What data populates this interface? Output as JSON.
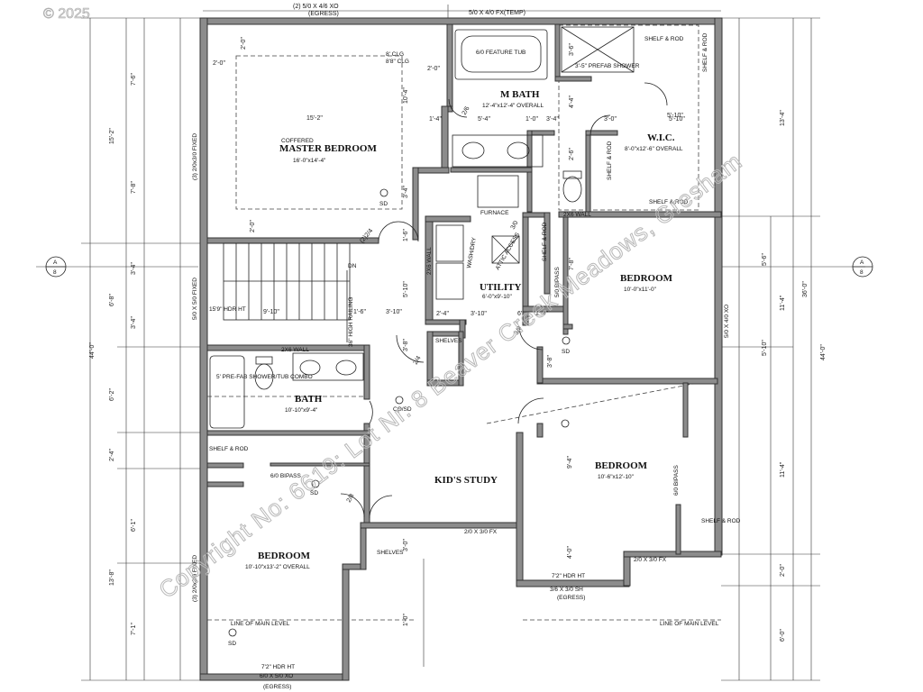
{
  "copyright": "© 2025",
  "watermark": "Copyright No: 6619: Lot Nr. 8 Beaver Creek Meadows, Gresham",
  "rooms": {
    "master_bedroom": {
      "label": "MASTER BEDROOM",
      "note": "COFFERED",
      "size": "16'-0\"x14'-4\""
    },
    "m_bath": {
      "label": "M BATH",
      "size": "12'-4\"x12'-4\" OVERALL"
    },
    "wic": {
      "label": "W.I.C.",
      "size": "8'-0\"x12'-6\" OVERALL"
    },
    "utility": {
      "label": "UTILITY",
      "size": "6'-0\"x9'-10\""
    },
    "bedroom_ne": {
      "label": "BEDROOM",
      "size": "10'-0\"x11'-0\""
    },
    "bath": {
      "label": "BATH",
      "size": "10'-10\"x9'-4\""
    },
    "kids_study": {
      "label": "KID'S STUDY"
    },
    "bedroom_se": {
      "label": "BEDROOM",
      "size": "10'-6\"x12'-10\""
    },
    "bedroom_sw": {
      "label": "BEDROOM",
      "size": "10'-10\"x13'-2\" OVERALL"
    }
  },
  "labels": {
    "egress_top": "(2) 5/0 X 4/6 XO",
    "egress_word": "(EGRESS)",
    "fx_temp": "5/0 X 4/0 FX(TEMP)",
    "feature_tub": "6/0 FEATURE TUB",
    "prefab_shower": "3'-5\" PREFAB SHOWER",
    "shelf_rod": "SHELF & ROD",
    "clg_1": "8' CLG",
    "clg_2": "8'8\" CLG",
    "furnace": "FURNACE",
    "wall_2x6": "2X6 WALL",
    "washdry": "WASH/DRY",
    "attic": "ATTIC ACCESS",
    "shelves": "SHELVES",
    "bipass": "6/0 BIPASS",
    "bipass_5": "5/0 BIPASS",
    "co_sd": "CO/SD",
    "sd": "SD",
    "dn": "DN",
    "hdr_ht": "7'2\" HDR HT",
    "hdr_ht_stair": "15'9\" HDR HT",
    "high_railing": "36\" HIGH RAILING",
    "line_main": "LINE OF MAIN LEVEL",
    "shower_combo": "5' PRE-FAB SHOWER/TUB COMBO",
    "win_210": "2/0 X 3/0 FX",
    "win_sh": "3/6 X 3/0 SH",
    "win_sw": "6/0 X 5/0 XO",
    "win_ne": "5/0 X 4/0 XO",
    "fixed_1": "(3) 2/0x3/0 FIXED",
    "fixed_2": "5/0 X 5/0 FIXED",
    "fixed_3": "(3) 2/0x3/0 FIXED",
    "section_letter": "A",
    "section_num": "8"
  },
  "dims": {
    "left": [
      "7'-6\"",
      "15'-2\"",
      "7'-8\"",
      "3'-4\"",
      "6'-8\"",
      "3'-4\"",
      "44'-0\"",
      "6'-2\"",
      "2'-4\"",
      "6'-1\"",
      "13'-8\"",
      "7'-1\""
    ],
    "right": [
      "13'-4\"",
      "5'-6\"",
      "11'-4\"",
      "36'-0\"",
      "44'-0\"",
      "5'-10\"",
      "11'-4\"",
      "2'-0\"",
      "6'-0\""
    ],
    "interior": [
      "2'-0\"",
      "2'-0\"",
      "15'-2\"",
      "10'-4\"",
      "3'-4\"",
      "2'-0\"",
      "1'-4\"",
      "5'-4\"",
      "1'-0\"",
      "3'-4\"",
      "3'-0\"",
      "5'-10\"",
      "3'-6\"",
      "4'-4\"",
      "2'-6\"",
      "2'-0\"",
      "7'-8\"",
      "5'-10\"",
      "3'-10\"",
      "6\"",
      "2'-4\"",
      "2'-4\"",
      "9'-10\"",
      "1'-6\"",
      "3'-10\"",
      "3'-8\"",
      "3'-8\"",
      "9'-4\"",
      "4'-0\"",
      "3'-0\"",
      "1'-0\"",
      "5'-10\"",
      "1'-6\"",
      "2/4",
      "2/6",
      "2/8",
      "3/0",
      "3/0",
      "(2)2/4"
    ]
  }
}
